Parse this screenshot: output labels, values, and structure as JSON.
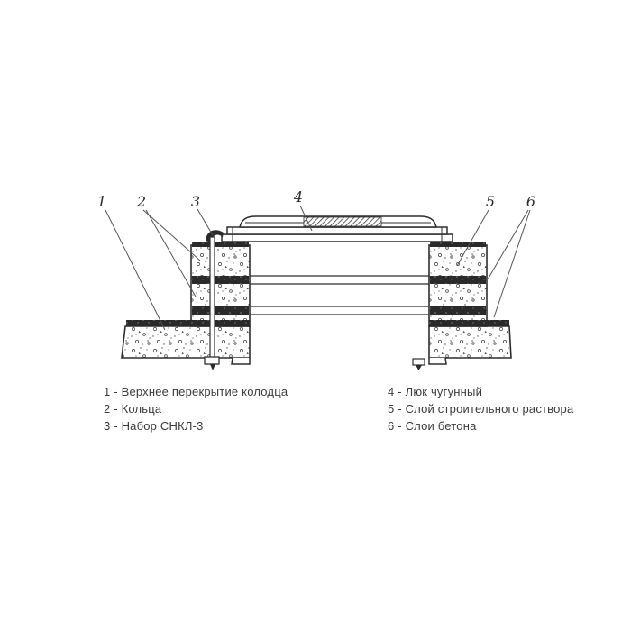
{
  "callouts": [
    "1",
    "2",
    "3",
    "4",
    "5",
    "6"
  ],
  "legend": {
    "left": [
      "1 - Верхнее перекрытие колодца",
      "2 - Кольца",
      "3 - Набор СНКЛ-3"
    ],
    "right": [
      "4 - Люк чугунный",
      "5 - Слой строительного раствора",
      "6 - Слои бетона"
    ]
  },
  "colors": {
    "line": "#2e2e2e",
    "text": "#3a3a3a",
    "mortar_joint": "#2a2a2a",
    "background": "#ffffff"
  }
}
